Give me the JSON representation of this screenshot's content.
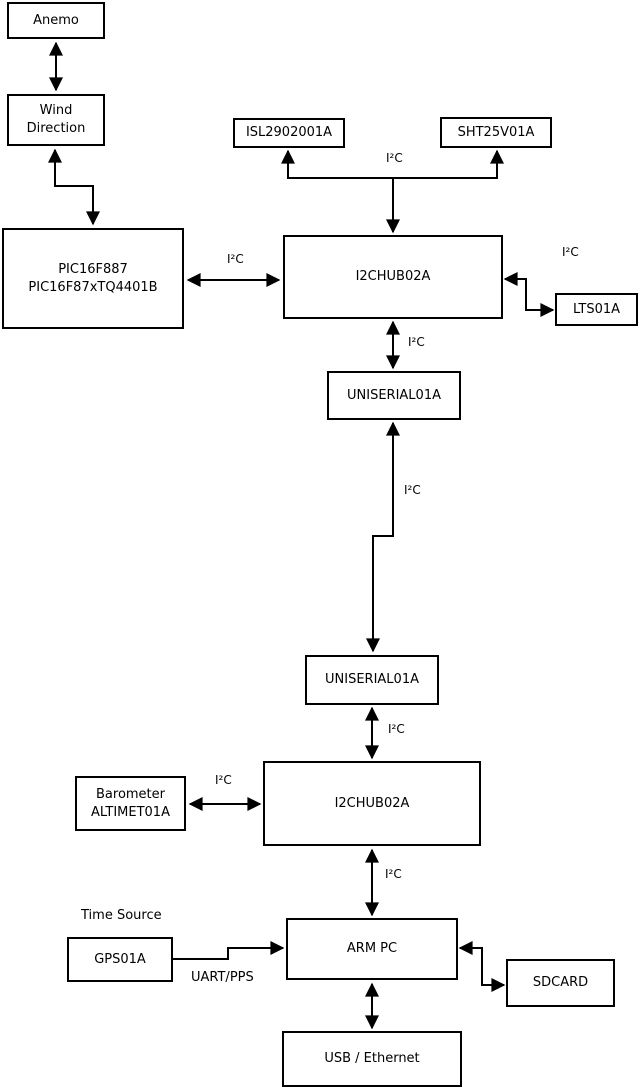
{
  "colors": {
    "background": "#ffffff",
    "box_border": "#000000",
    "wire": "#000000",
    "text": "#000000"
  },
  "nodes": {
    "anemo": {
      "label": "Anemo"
    },
    "wind_direction": {
      "label": "Wind\nDirection"
    },
    "pic": {
      "label": "PIC16F887\nPIC16F87xTQ4401B"
    },
    "isl": {
      "label": "ISL2902001A"
    },
    "sht": {
      "label": "SHT25V01A"
    },
    "i2chub_top": {
      "label": "I2CHUB02A"
    },
    "lts": {
      "label": "LTS01A"
    },
    "uniserial_top": {
      "label": "UNISERIAL01A"
    },
    "uniserial_bottom": {
      "label": "UNISERIAL01A"
    },
    "i2chub_bottom": {
      "label": "I2CHUB02A"
    },
    "barometer": {
      "label": "Barometer\nALTIMET01A"
    },
    "gps": {
      "label": "GPS01A"
    },
    "arm_pc": {
      "label": "ARM PC"
    },
    "sdcard": {
      "label": "SDCARD"
    },
    "usb_ethernet": {
      "label": "USB / Ethernet"
    }
  },
  "edge_labels": {
    "pic_hub": "I²C",
    "sensors": "I²C",
    "hub_lts": "I²C",
    "hub_uniserial": "I²C",
    "uniserial_link": "I²C",
    "uniserial_hub2": "I²C",
    "barometer_hub2": "I²C",
    "hub2_armpc": "I²C"
  },
  "annotations": {
    "time_source": "Time Source",
    "uart_pps": "UART/PPS"
  }
}
